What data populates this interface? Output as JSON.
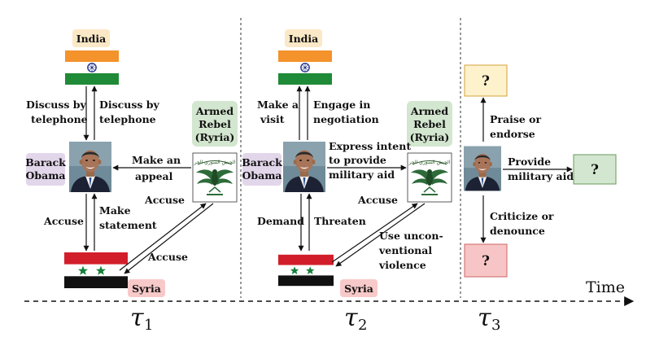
{
  "colors": {
    "india_box": "#fbe8c6",
    "obama_box": "#e2d6ea",
    "rebel_box": "#d3e6cf",
    "syria_box": "#f8c9c9",
    "q_yellow": "#fdf2cc",
    "q_green": "#d3e6cf",
    "q_red": "#f7c5c5",
    "saffron": "#f4922b",
    "india_green": "#1f8a37",
    "chakra": "#1e2f8a",
    "syria_red": "#d21e2a",
    "syria_star": "#14803a"
  },
  "icons": [
    "india-flag-icon",
    "syria-flag-icon",
    "obama-portrait-icon",
    "rebel-emblem-icon"
  ],
  "entities": {
    "india": "India",
    "barack": "Barack",
    "obama": "Obama",
    "armed": "Armed",
    "rebel": "Rebel",
    "ryria": "(Ryria)",
    "syria": "Syria"
  },
  "panel1": {
    "discuss_left": [
      "Discuss by",
      "telephone"
    ],
    "discuss_right": [
      "Discuss by",
      "telephone"
    ],
    "make_appeal": [
      "Make an",
      "appeal"
    ],
    "accuse_left": "Accuse",
    "make_statement": [
      "Make",
      "statement"
    ],
    "accuse_diag_upper": "Accuse",
    "accuse_diag_lower": "Accuse"
  },
  "panel2": {
    "make_visit": [
      "Make a",
      "visit"
    ],
    "engage": [
      "Engage in",
      "negotiation"
    ],
    "express": [
      "Express intent",
      "to provide",
      "military aid"
    ],
    "demand": "Demand",
    "threaten": "Threaten",
    "accuse": "Accuse",
    "violence": [
      "Use uncon-",
      "ventional",
      "violence"
    ]
  },
  "panel3": {
    "praise": [
      "Praise or",
      "endorse"
    ],
    "provide": [
      "Provide",
      "military aid"
    ],
    "criticize": [
      "Criticize or",
      "denounce"
    ],
    "question": "?"
  },
  "timeline": {
    "label": "Time",
    "taus": [
      {
        "symbol": "τ",
        "sub": "1"
      },
      {
        "symbol": "τ",
        "sub": "2"
      },
      {
        "symbol": "τ",
        "sub": "3"
      }
    ]
  }
}
